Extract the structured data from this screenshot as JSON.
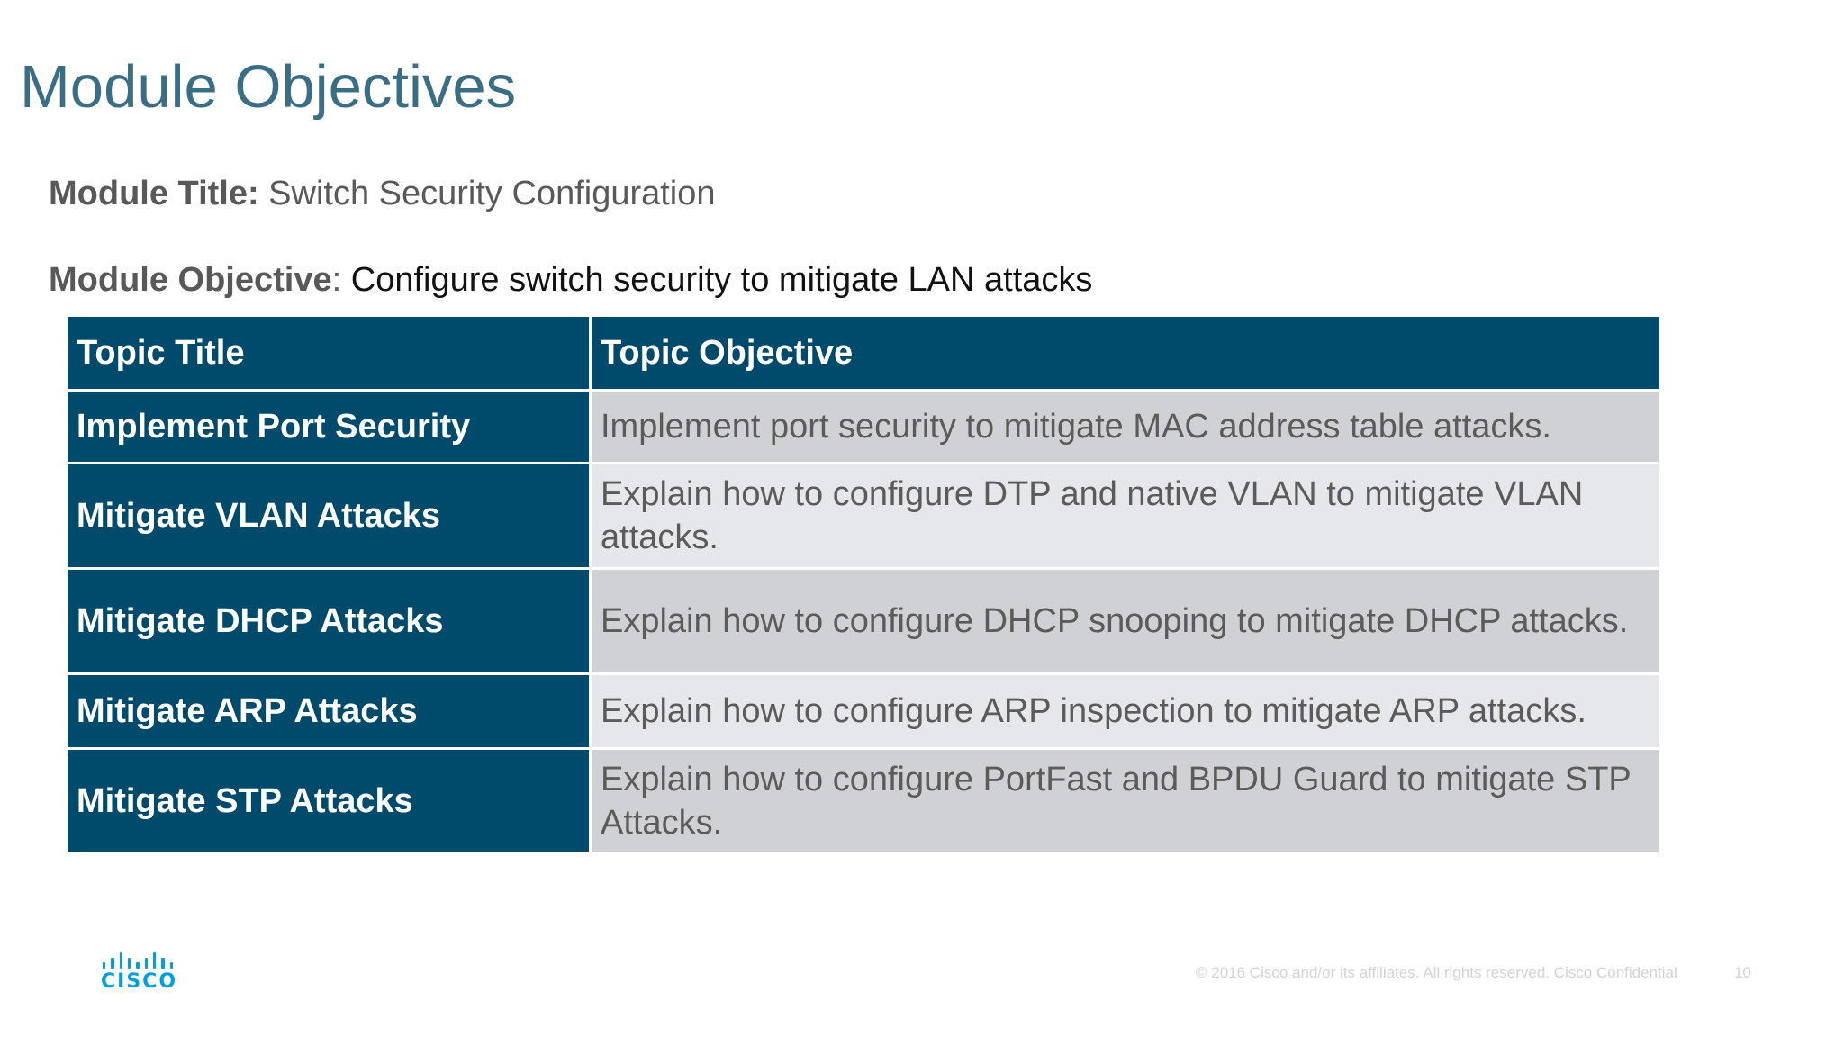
{
  "slide": {
    "title": "Module Objectives",
    "module_title_label": "Module Title:",
    "module_title_value": " Switch Security Configuration",
    "module_objective_label": "Module Objective",
    "module_objective_sep": ": ",
    "module_objective_value": "Configure switch security to mitigate LAN attacks"
  },
  "table": {
    "headers": [
      "Topic Title",
      "Topic Objective"
    ],
    "rows": [
      {
        "title": "Implement Port Security",
        "objective": "Implement port security to mitigate MAC address table attacks."
      },
      {
        "title": "Mitigate VLAN Attacks",
        "objective": "Explain how to configure DTP and native VLAN to mitigate VLAN attacks."
      },
      {
        "title": "Mitigate DHCP Attacks",
        "objective": "Explain how to configure DHCP snooping to mitigate DHCP attacks."
      },
      {
        "title": "Mitigate ARP Attacks",
        "objective": "Explain how to configure ARP inspection to mitigate ARP attacks."
      },
      {
        "title": "Mitigate STP Attacks",
        "objective": "Explain how to configure PortFast and BPDU Guard to mitigate STP Attacks."
      }
    ]
  },
  "footer": {
    "logo_text": "CISCO",
    "copyright": "© 2016  Cisco and/or its affiliates. All rights reserved.   Cisco Confidential",
    "page_number": "10"
  },
  "colors": {
    "title": "#3a6e85",
    "header_bg": "#004b6b",
    "row_shade_dark": "#d0d1d4",
    "row_shade_light": "#e6e7ea",
    "logo": "#049fd9"
  }
}
